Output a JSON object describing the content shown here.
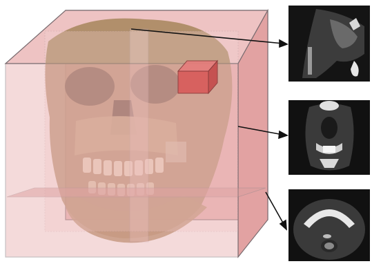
{
  "figure": {
    "subject": "skull-volume-render",
    "colors": {
      "cube_face": "#e7a9a9",
      "cube_edge": "#7a6c70",
      "skull_bone": "#a8875f",
      "highlight_voxel": "#d85a5a",
      "panel_bg": "#000000",
      "arrow": "#111111"
    },
    "slices": [
      {
        "id": "sagittal",
        "icon": "sagittal-ct-slice"
      },
      {
        "id": "coronal",
        "icon": "coronal-ct-slice"
      },
      {
        "id": "axial",
        "icon": "axial-ct-slice"
      }
    ]
  }
}
